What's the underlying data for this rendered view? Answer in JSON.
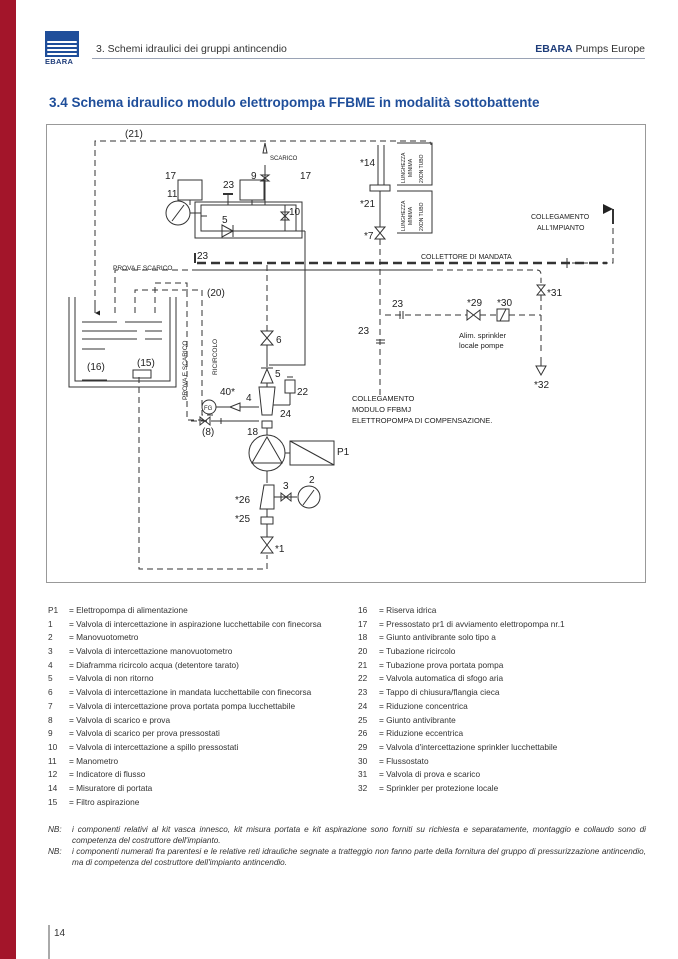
{
  "header": {
    "logo_text": "EBARA",
    "section": "3.  Schemi idraulici dei gruppi antincendio",
    "brand_bold": "EBARA",
    "brand_rest": " Pumps Europe"
  },
  "title": "3.4  Schema idraulico modulo elettropompa FFBME in modalità sottobattente",
  "diagram": {
    "labels": {
      "l21_top": "(21)",
      "scarico": "SCARICO",
      "n17a": "17",
      "n17b": "17",
      "n23a": "23",
      "n9": "9",
      "n10": "10",
      "n11": "11",
      "n5a": "5",
      "prova_scarico": "PROVA E SCARICO",
      "n23b": "23",
      "n14": "*14",
      "n21": "*21",
      "n7": "*7",
      "lung1a": "LUNGHEZZA",
      "lung1b": "MINIMA",
      "lung1c": "2XDN TUBO",
      "lung2a": "LUNGHEZZA",
      "lung2b": "MINIMA",
      "lung2c": "2XDN TUBO",
      "collegamento1": "COLLEGAMENTO",
      "collegamento2": "ALL'IMPIANTO",
      "collettore": "COLLETTORE DI MANDATA",
      "n31": "*31",
      "n29": "*29",
      "n30": "*30",
      "n23c": "23",
      "n23d": "23",
      "alim1": "Alim. sprinkler",
      "alim2": "locale pompe",
      "n32": "*32",
      "mod1": "COLLEGAMENTO",
      "mod2": "MODULO FFBMJ",
      "mod3": "ELETTROPOMPA DI COMPENSAZIONE.",
      "n20": "(20)",
      "n16": "(16)",
      "n15": "(15)",
      "prova_scarico_v": "PROVA E SCARICO",
      "ricircolo": "RICIRCOLO",
      "n6": "6",
      "n5b": "5",
      "n22": "22",
      "n40": "40*",
      "fg": "FG",
      "n4": "4",
      "n24": "24",
      "n8": "(8)",
      "n18": "18",
      "p1": "P1",
      "n2": "2",
      "n3": "3",
      "n26": "*26",
      "n25": "*25",
      "n1": "*1"
    }
  },
  "legend_left": [
    {
      "num": "P1",
      "text": "= Elettropompa di alimentazione"
    },
    {
      "num": "1",
      "text": "= Valvola di intercettazione in aspirazione lucchettabile con finecorsa"
    },
    {
      "num": "2",
      "text": "= Manovuotometro"
    },
    {
      "num": "3",
      "text": "= Valvola di intercettazione manovuotometro"
    },
    {
      "num": "4",
      "text": "= Diaframma ricircolo acqua (detentore tarato)"
    },
    {
      "num": "5",
      "text": "= Valvola di non ritorno"
    },
    {
      "num": "6",
      "text": "= Valvola di intercettazione in mandata lucchettabile con finecorsa"
    },
    {
      "num": "7",
      "text": "= Valvola di intercettazione prova portata pompa lucchettabile"
    },
    {
      "num": "8",
      "text": "= Valvola di scarico e prova"
    },
    {
      "num": "9",
      "text": "= Valvola di scarico per prova pressostati"
    },
    {
      "num": "10",
      "text": "= Valvola di intercettazione a spillo pressostati"
    },
    {
      "num": "11",
      "text": "= Manometro"
    },
    {
      "num": "12",
      "text": "= Indicatore di flusso"
    },
    {
      "num": "14",
      "text": "= Misuratore di portata"
    },
    {
      "num": "15",
      "text": "= Filtro aspirazione"
    }
  ],
  "legend_right": [
    {
      "num": "16",
      "text": "= Riserva idrica"
    },
    {
      "num": "17",
      "text": "= Pressostato pr1 di avviamento elettropompa nr.1"
    },
    {
      "num": "18",
      "text": "= Giunto antivibrante solo tipo a"
    },
    {
      "num": "20",
      "text": "= Tubazione ricircolo"
    },
    {
      "num": "21",
      "text": "= Tubazione prova portata pompa"
    },
    {
      "num": "22",
      "text": "= Valvola automatica di sfogo aria"
    },
    {
      "num": "23",
      "text": "= Tappo di chiusura/flangia cieca"
    },
    {
      "num": "24",
      "text": "= Riduzione concentrica"
    },
    {
      "num": "25",
      "text": "= Giunto antivibrante"
    },
    {
      "num": "26",
      "text": "= Riduzione eccentrica"
    },
    {
      "num": "29",
      "text": "= Valvola d'intercettazione sprinkler lucchettabile"
    },
    {
      "num": "30",
      "text": "= Flussostato"
    },
    {
      "num": "31",
      "text": "= Valvola di prova e scarico"
    },
    {
      "num": "32",
      "text": "= Sprinkler per protezione locale"
    }
  ],
  "notes": [
    {
      "label": "NB:",
      "text": "i componenti relativi al kit vasca innesco, kit misura portata e kit aspirazione sono forniti su richiesta e separatamente, montaggio e collaudo sono di competenza del costruttore dell'impianto."
    },
    {
      "label": "NB:",
      "text": "i componenti numerati fra parentesi e le relative reti idrauliche segnate a tratteggio non fanno parte della fornitura del gruppo di pressurizzazione antincendio, ma di competenza del costruttore dell'impianto antincendio."
    }
  ],
  "page_number": "14",
  "colors": {
    "accent_red": "#a3152a",
    "brand_blue": "#1f4e9a"
  }
}
